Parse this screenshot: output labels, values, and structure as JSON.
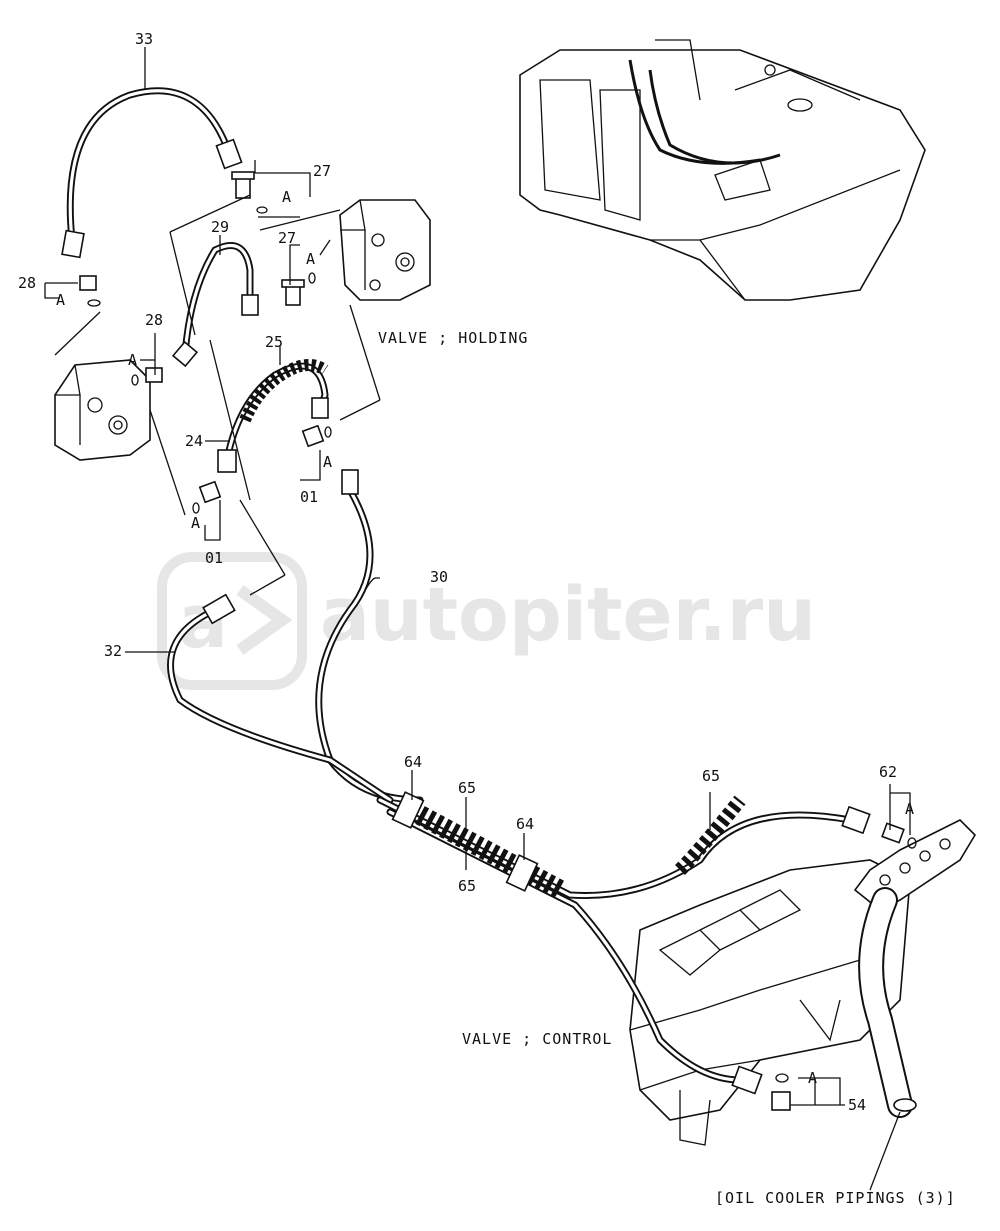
{
  "watermark": {
    "text": "autopiter.ru",
    "logo_letter": "a"
  },
  "caption": "[OIL COOLER PIPINGS (3)]",
  "components": {
    "holding_valve": "VALVE ; HOLDING",
    "control_valve": "VALVE ; CONTROL"
  },
  "callouts": {
    "p33": "33",
    "p27a": "27",
    "p27b": "27",
    "p29": "29",
    "p28a": "28",
    "p28b": "28",
    "p25": "25",
    "p24": "24",
    "p01a": "01",
    "p01b": "01",
    "p30": "30",
    "p32": "32",
    "p64a": "64",
    "p64b": "64",
    "p65a": "65",
    "p65b": "65",
    "p65c": "65",
    "p62": "62",
    "p54": "54"
  },
  "detail_marks": {
    "a1": "A",
    "a2": "A",
    "a3": "A",
    "a4": "A",
    "a5": "A",
    "a6": "A",
    "a7": "A",
    "a8": "A"
  }
}
